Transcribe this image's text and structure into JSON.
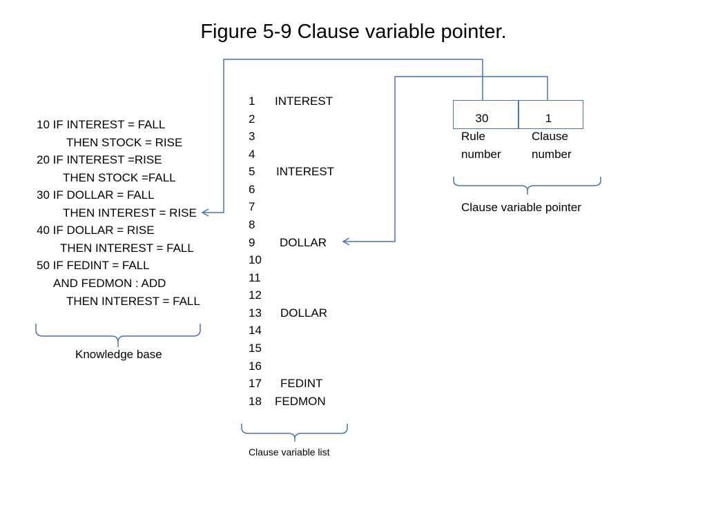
{
  "title": "Figure 5-9 Clause variable pointer.",
  "knowledge_base": {
    "lines": [
      "10 IF INTEREST = FALL",
      "THEN STOCK = RISE",
      "20 IF INTEREST =RISE",
      "THEN STOCK =FALL",
      "30 IF DOLLAR = FALL",
      "THEN INTEREST = RISE",
      "40 IF DOLLAR = RISE",
      "THEN INTEREST = FALL",
      "50 IF FEDINT = FALL",
      "AND FEDMON : ADD",
      "THEN INTEREST = FALL"
    ],
    "caption": "Knowledge base"
  },
  "clause_variable_list": {
    "numbers": [
      "1",
      "2",
      "3",
      "4",
      "5",
      "6",
      "7",
      "8",
      "9",
      "10",
      "11",
      "12",
      "13",
      "14",
      "15",
      "16",
      "17",
      "18"
    ],
    "variables": {
      "1": "INTEREST",
      "5": "INTEREST",
      "9": "DOLLAR",
      "13": "DOLLAR",
      "17": "FEDINT",
      "18": "FEDMON"
    },
    "caption": "Clause variable list"
  },
  "pointer": {
    "rule_value": "30",
    "clause_value": "1",
    "rule_label_1": "Rule",
    "rule_label_2": "number",
    "clause_label_1": "Clause",
    "clause_label_2": "number",
    "caption": "Clause variable pointer"
  },
  "colors": {
    "connector": "#4472c4"
  }
}
